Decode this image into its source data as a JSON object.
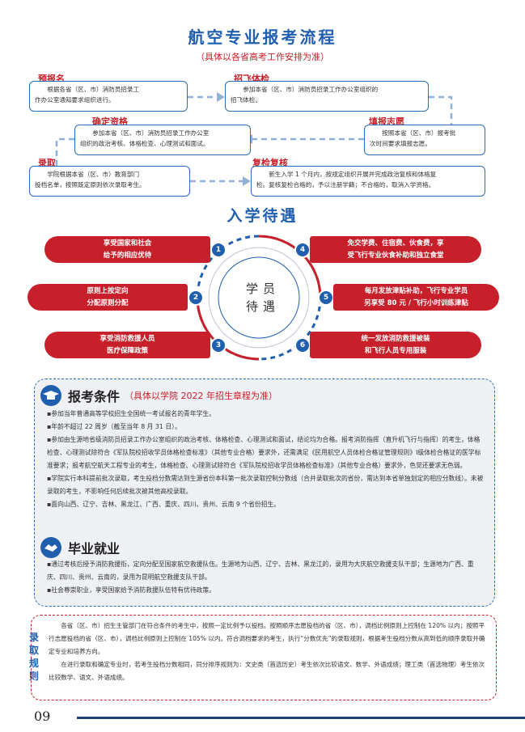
{
  "title": "航空专业报考流程",
  "subtitle": "（具体以各省高考工作安排为准）",
  "steps": [
    {
      "label": "预报名",
      "text": [
        "根据各省（区、市）消防员招录工",
        "作办公室通知要求组织进行。"
      ]
    },
    {
      "label": "招飞体检",
      "text": [
        "参加本省（区、市）消防员招录工作办公室组织的",
        "招飞体检。"
      ]
    },
    {
      "label": "确定资格",
      "text": [
        "参加本省（区、市）消防员招录工作办公室",
        "组织的政治考核、体格检查、心理测试和面试。"
      ]
    },
    {
      "label": "填报志愿",
      "text": [
        "按照本省（区、市）报考批",
        "次时间要求填报志愿。"
      ]
    },
    {
      "label": "录取",
      "text": [
        "学院根据本省（区、市）教育部门",
        "投档名单，按照既定原则依次录取考生。"
      ]
    },
    {
      "label": "复检复核",
      "text": [
        "新生入学 1 个月内，按规定组织开展并完成政治复核和体格复",
        "检。复核复检合格的，予以注册学籍；不合格的，取消入学资格。"
      ]
    }
  ],
  "enrollment": {
    "title": "入学待遇",
    "center": [
      "学员",
      "待遇"
    ],
    "items": [
      {
        "num": "1",
        "text": [
          "享受国家和社会",
          "给予的相应优待"
        ]
      },
      {
        "num": "2",
        "text": [
          "原则上按定向",
          "分配原则分配"
        ]
      },
      {
        "num": "3",
        "text": [
          "享受消防救援人员",
          "医疗保障政策"
        ]
      },
      {
        "num": "4",
        "text": [
          "免交学费、住宿费、伙食费，享",
          "受飞行专业伙食补助和独立食堂"
        ]
      },
      {
        "num": "5",
        "text": [
          "每月发放津贴补助，飞行专业学员",
          "另享受 80 元 / 飞行小时训练津贴"
        ]
      },
      {
        "num": "6",
        "text": [
          "统一发放消防救援被装",
          "和飞行人员专用服装"
        ]
      }
    ]
  },
  "conditions": {
    "icon": "graduation-cap-icon",
    "title": "报考条件",
    "note": "（具体以学院 2022 年招生章程为准）",
    "items": [
      "参加当年普通高等学校招生全国统一考试报名的青年学生。",
      "年龄不超过 22 周岁（截至当年 8 月 31 日）。",
      "参加由生源地省级消防员招录工作办公室组织的政治考核、体格检查、心理测试和面试，结论均为合格。报考消防指挥（直升机飞行与指挥）的考生，体格检查、心理测试除符合《军队院校招收学员体格检查标准》（其他专业合格）要求外，还需满足《民用航空人员体检合格证管理规则》Ⅰ级体检合格证的医学标准要求；报考航空航天工程专业的考生，体格检查、心理测试除符合《军队院校招收学员体格检查标准》（其他专业合格）要求外，色觉还要求无色弱。",
      "学院实行本科提前批次录取，考生投档分数需达到生源省份本科第一批次录取控制分数线（合并录取批次的省份，需达到本省单独划定的相应分数线）。未被录取的考生，不影响任何后续批次被其他高校录取。",
      "面向山西、辽宁、吉林、黑龙江、广西、重庆、四川、贵州、云南 9 个省份招生。"
    ]
  },
  "employment": {
    "icon": "handshake-icon",
    "title": "毕业就业",
    "items": [
      "通过考核后授予消防救援衔，定向分配至国家航空救援队伍。生源地为山西、辽宁、吉林、黑龙江的，录用为大庆航空救援支队干部；生源地为广西、重庆、四川、贵州、云南的，录用为昆明航空救援支队干部。",
      "社会尊崇职业，享受国家给予消防救援队伍特有优待政策。"
    ]
  },
  "rules": {
    "label": [
      "录",
      "取",
      "规",
      "则"
    ],
    "paragraphs": [
      "各省（区、市）招生主管部门在符合条件的考生中，按照一定比例予以投档。按照顺序志愿投档的省（区、市），调档比例原则上控制在 120% 以内；按照平行志愿投档的省（区、市），调档比例原则上控制在 105% 以内。符合调档要求的考生，执行“分数优先”的录取规则，根据考生投档分数从高到低的顺序录取并确定专业和培养方向。",
      "在进行录取和确定专业时，若考生投档分数相同，同分排序规则为：文史类（首选历史）考生依次比较语文、数学、外语成绩；理工类（首选物理）考生依次比较数学、语文、外语成绩。"
    ]
  },
  "page_number": "09",
  "colors": {
    "brand_blue": "#1f5fae",
    "accent_red": "#c8202a"
  }
}
